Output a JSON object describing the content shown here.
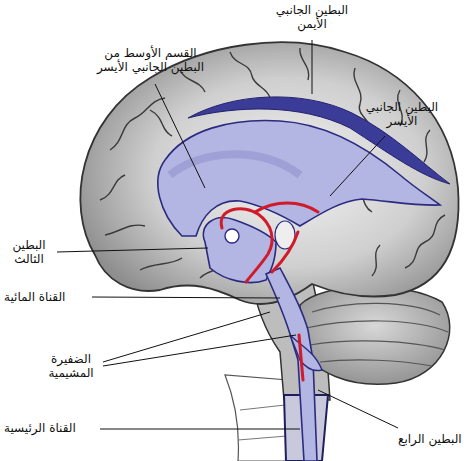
{
  "diagram": {
    "labels": [
      "البطين الجانبي الأيمن",
      "القسم الأوسط من البطين الجانبي الأيسر",
      "البطين الجانبي الأيسر",
      "البطين الثالث",
      "القناة المائية",
      "الضفيرة المشيمية",
      "القناة الرئيسية",
      "البطين الرابع"
    ]
  }
}
